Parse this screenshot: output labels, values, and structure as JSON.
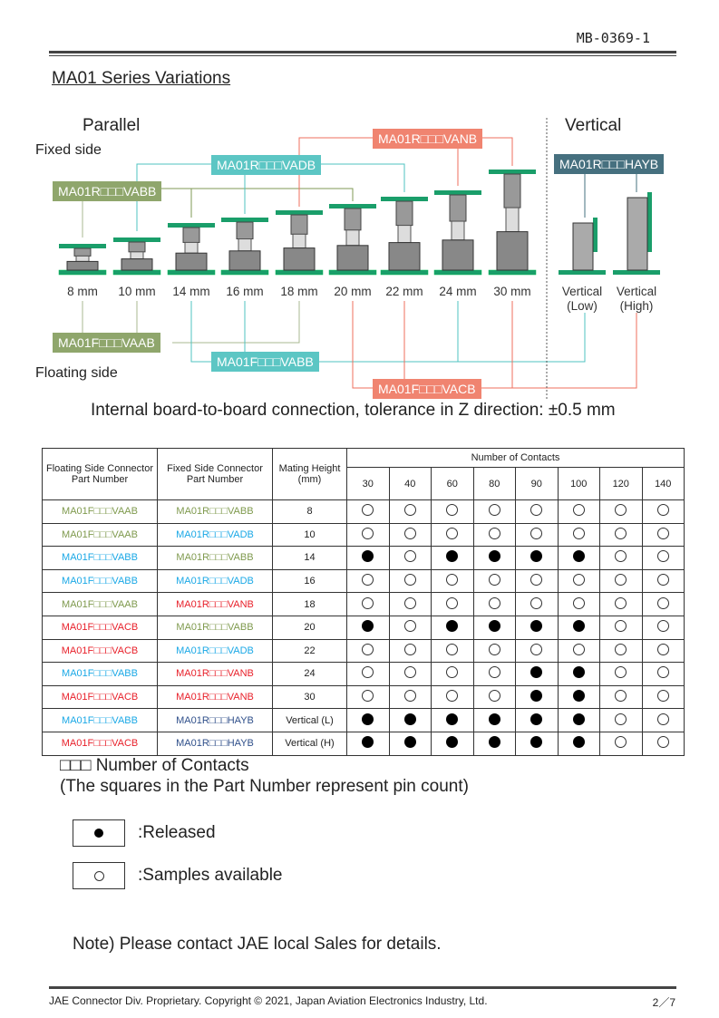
{
  "doc_id": "MB-0369-1",
  "title": "MA01 Series Variations",
  "diagram": {
    "parallel": "Parallel",
    "vertical": "Vertical",
    "fixed_side": "Fixed side",
    "floating_side": "Floating side",
    "fixed_tags": {
      "vabb": "MA01R□□□VABB",
      "vadb": "MA01R□□□VADB",
      "vanb": "MA01R□□□VANB",
      "hayb": "MA01R□□□HAYB"
    },
    "floating_tags": {
      "vaab": "MA01F□□□VAAB",
      "vabb": "MA01F□□□VABB",
      "vacb": "MA01F□□□VACB"
    },
    "heights": [
      "8 mm",
      "10 mm",
      "14 mm",
      "16 mm",
      "18 mm",
      "20 mm",
      "22 mm",
      "24 mm",
      "30 mm"
    ],
    "vertical_low": [
      "Vertical",
      "(Low)"
    ],
    "vertical_high": [
      "Vertical",
      "(High)"
    ],
    "tolerance": "Internal board-to-board connection, tolerance in Z direction: ±0.5 mm"
  },
  "table": {
    "headers": {
      "floating": "Floating Side Connector Part Number",
      "fixed": "Fixed Side Connector Part Number",
      "height": "Mating Height (mm)",
      "contacts": "Number of Contacts"
    },
    "contacts": [
      "30",
      "40",
      "60",
      "80",
      "90",
      "100",
      "120",
      "140"
    ],
    "colors": {
      "olive": "#7f9a4e",
      "cyan": "#1aa8e6",
      "red": "#e8202a",
      "navy": "#2f4f8a"
    },
    "rows": [
      {
        "floating": "MA01F□□□VAAB",
        "fc": "olive",
        "fixed": "MA01R□□□VABB",
        "xc": "olive",
        "height": "8",
        "marks": [
          0,
          0,
          0,
          0,
          0,
          0,
          0,
          0
        ]
      },
      {
        "floating": "MA01F□□□VAAB",
        "fc": "olive",
        "fixed": "MA01R□□□VADB",
        "xc": "cyan",
        "height": "10",
        "marks": [
          0,
          0,
          0,
          0,
          0,
          0,
          0,
          0
        ]
      },
      {
        "floating": "MA01F□□□VABB",
        "fc": "cyan",
        "fixed": "MA01R□□□VABB",
        "xc": "olive",
        "height": "14",
        "marks": [
          1,
          0,
          1,
          1,
          1,
          1,
          0,
          0
        ]
      },
      {
        "floating": "MA01F□□□VABB",
        "fc": "cyan",
        "fixed": "MA01R□□□VADB",
        "xc": "cyan",
        "height": "16",
        "marks": [
          0,
          0,
          0,
          0,
          0,
          0,
          0,
          0
        ]
      },
      {
        "floating": "MA01F□□□VAAB",
        "fc": "olive",
        "fixed": "MA01R□□□VANB",
        "xc": "red",
        "height": "18",
        "marks": [
          0,
          0,
          0,
          0,
          0,
          0,
          0,
          0
        ]
      },
      {
        "floating": "MA01F□□□VACB",
        "fc": "red",
        "fixed": "MA01R□□□VABB",
        "xc": "olive",
        "height": "20",
        "marks": [
          1,
          0,
          1,
          1,
          1,
          1,
          0,
          0
        ]
      },
      {
        "floating": "MA01F□□□VACB",
        "fc": "red",
        "fixed": "MA01R□□□VADB",
        "xc": "cyan",
        "height": "22",
        "marks": [
          0,
          0,
          0,
          0,
          0,
          0,
          0,
          0
        ]
      },
      {
        "floating": "MA01F□□□VABB",
        "fc": "cyan",
        "fixed": "MA01R□□□VANB",
        "xc": "red",
        "height": "24",
        "marks": [
          0,
          0,
          0,
          0,
          1,
          1,
          0,
          0
        ]
      },
      {
        "floating": "MA01F□□□VACB",
        "fc": "red",
        "fixed": "MA01R□□□VANB",
        "xc": "red",
        "height": "30",
        "marks": [
          0,
          0,
          0,
          0,
          1,
          1,
          0,
          0
        ]
      },
      {
        "floating": "MA01F□□□VABB",
        "fc": "cyan",
        "fixed": "MA01R□□□HAYB",
        "xc": "navy",
        "height": "Vertical (L)",
        "marks": [
          1,
          1,
          1,
          1,
          1,
          1,
          0,
          0
        ]
      },
      {
        "floating": "MA01F□□□VACB",
        "fc": "red",
        "fixed": "MA01R□□□HAYB",
        "xc": "navy",
        "height": "Vertical (H)",
        "marks": [
          1,
          1,
          1,
          1,
          1,
          1,
          0,
          0
        ]
      }
    ]
  },
  "notes": {
    "squares": "□□□ Number of Contacts",
    "squares_expl": "(The squares in the Part Number represent pin count)",
    "released": ":Released",
    "samples": ":Samples available",
    "note": "Note) Please contact JAE local Sales for details."
  },
  "footer": {
    "copyright": "JAE Connector Div. Proprietary. Copyright ©  2021, Japan Aviation Electronics Industry, Ltd.",
    "page": "2／7"
  }
}
